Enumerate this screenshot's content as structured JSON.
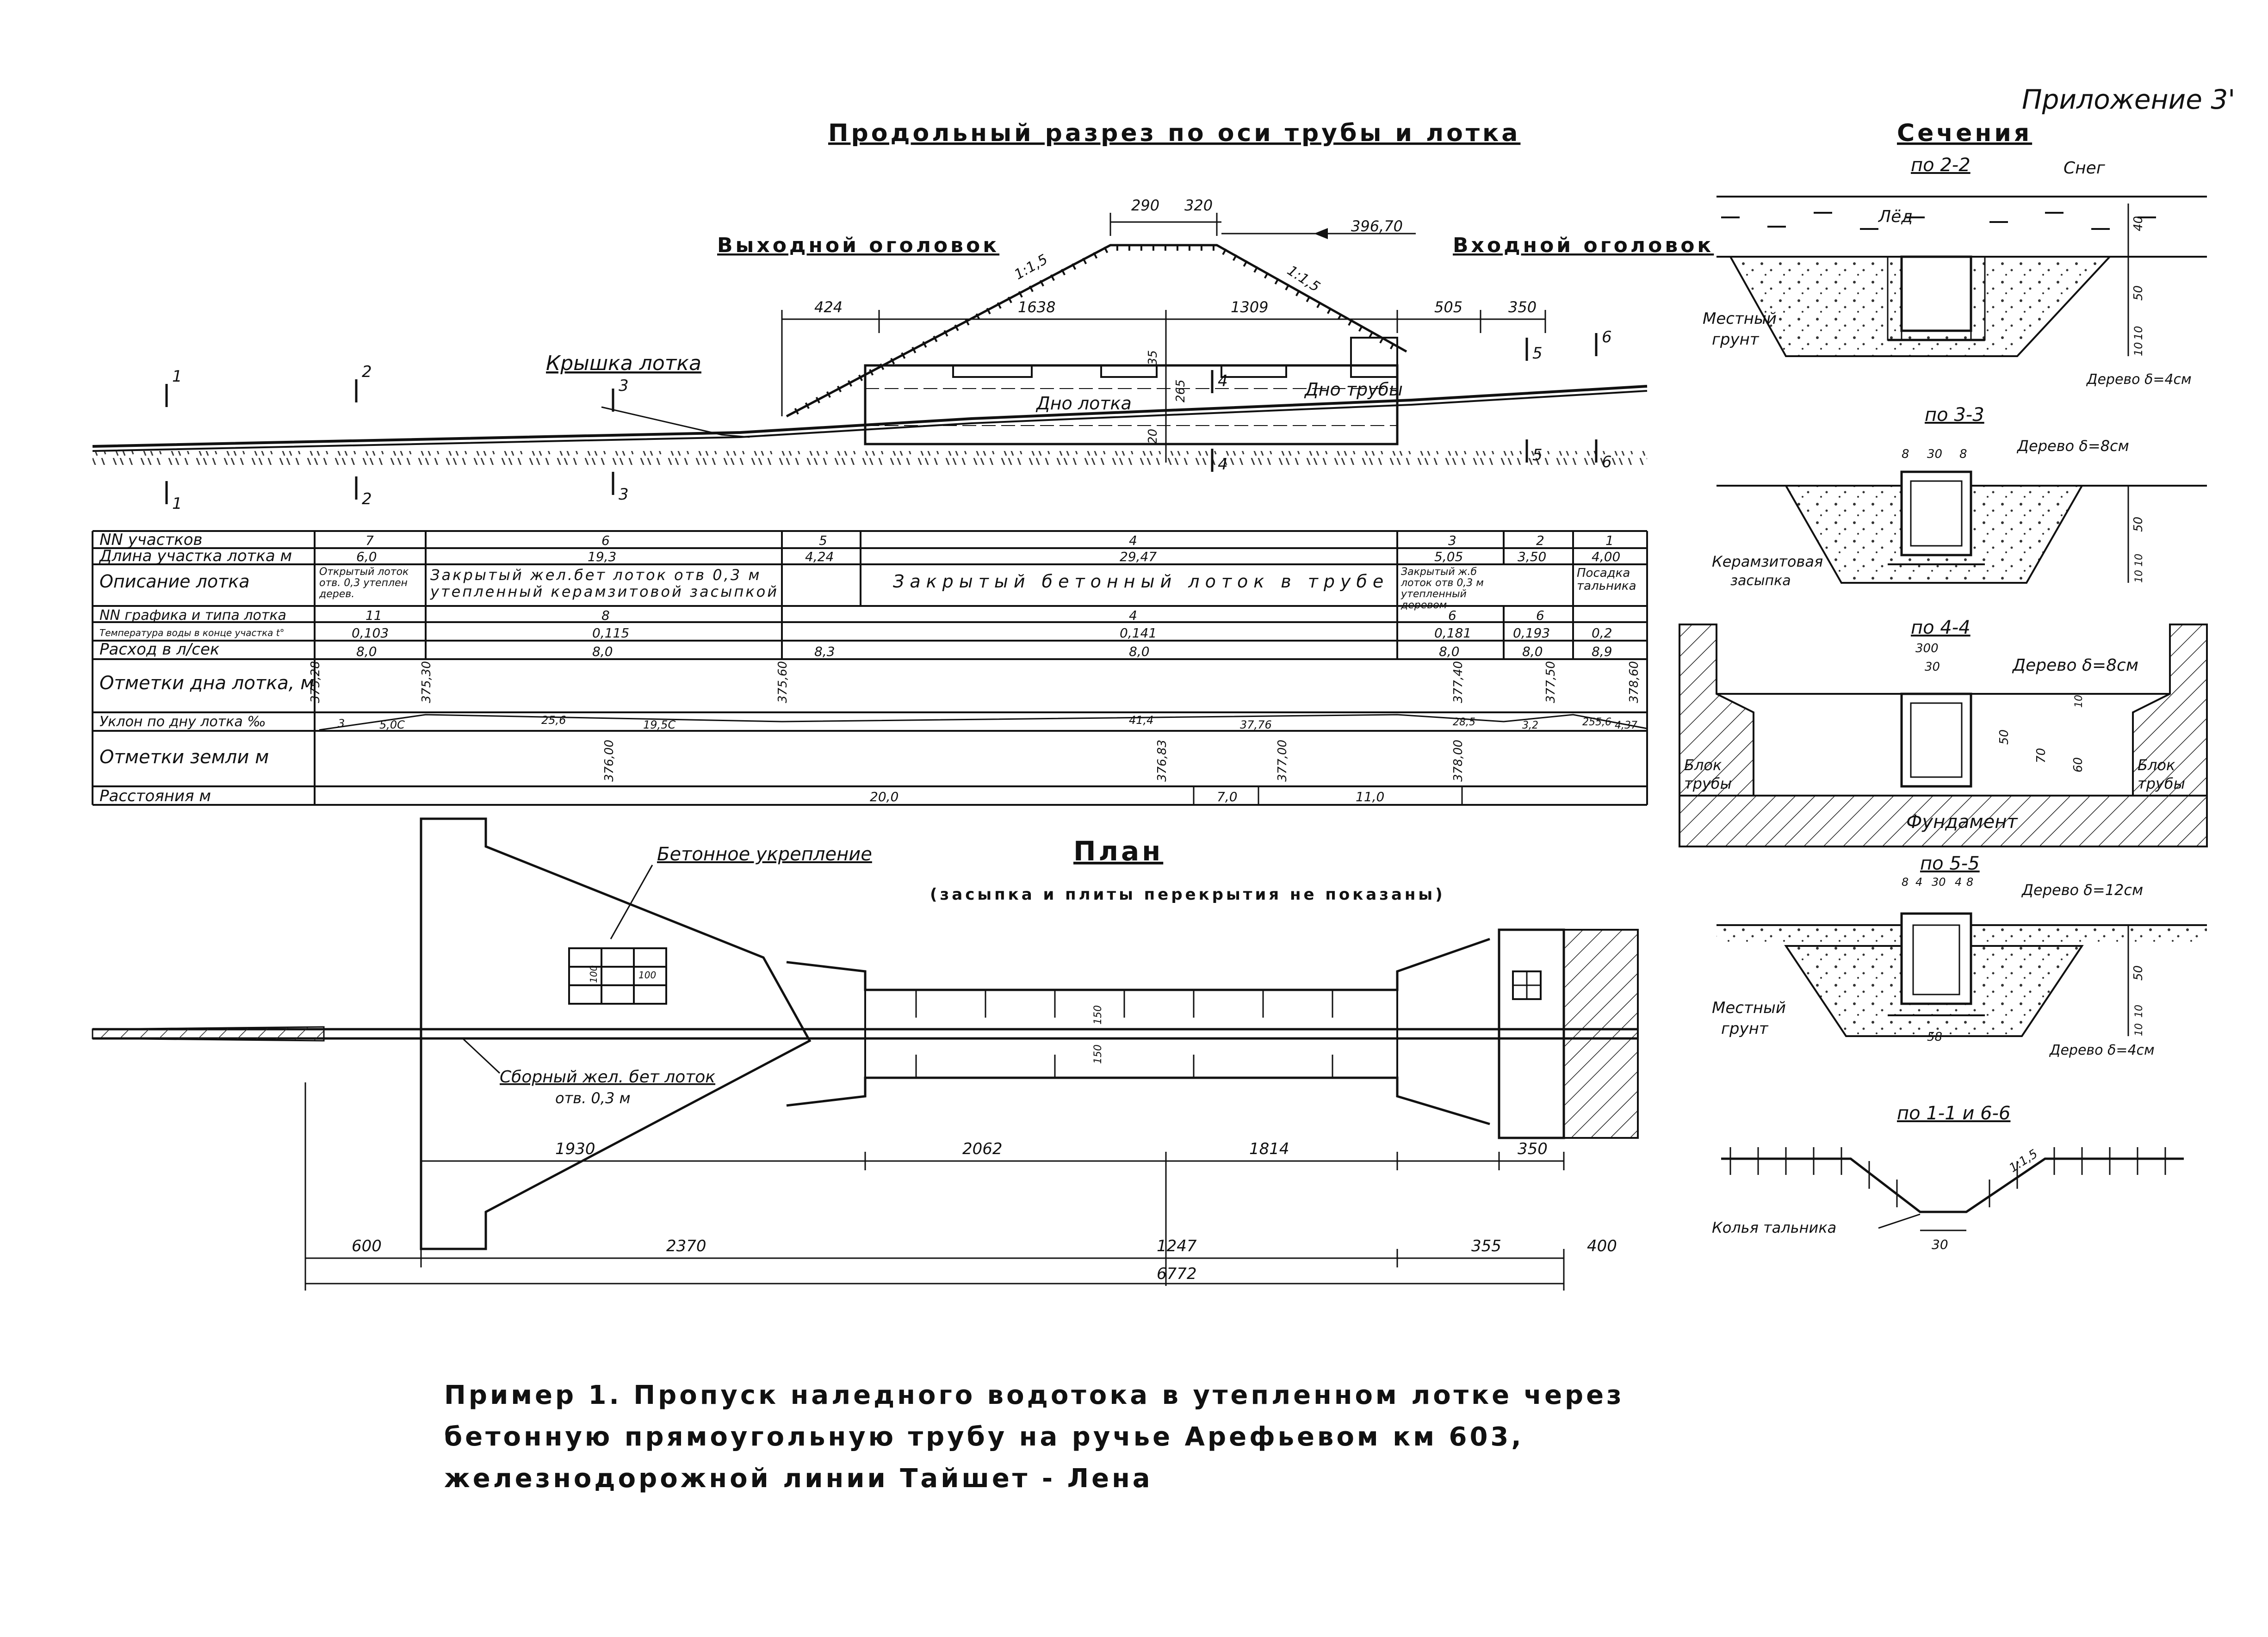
{
  "appendix": "Приложение 3'",
  "long_section": {
    "title": "Продольный разрез по оси трубы и лотка",
    "outlet_label": "Выходной оголовок",
    "inlet_label": "Входной оголовок",
    "cover_label": "Крышка лотка",
    "bottom_lotok": "Дно лотка",
    "bottom_pipe": "Дно трубы",
    "elev_mark": "396,70",
    "dims": {
      "top_a": "290",
      "top_b": "320",
      "d424": "424",
      "d1638": "1638",
      "d1309": "1309",
      "d505": "505",
      "d350": "350"
    },
    "slope_left": "1:1,5",
    "slope_right": "1:1,5",
    "section_marks": [
      "1",
      "2",
      "3",
      "4",
      "5",
      "6"
    ],
    "small_dims": {
      "h35": "35",
      "h265": "265",
      "h20": "20"
    }
  },
  "table": {
    "row_labels": [
      "NN участков",
      "Длина участка лотка м",
      "Описание лотка",
      "NN графика и типа лотка",
      "Температура воды в конце участка t°",
      "Расход в л/сек",
      "Отметки дна лотка, м",
      "Уклон по дну лотка ‰",
      "Отметки земли м",
      "Расстояния м"
    ],
    "sections": [
      "7",
      "6",
      "5",
      "4",
      "3",
      "2",
      "1"
    ],
    "lengths": [
      "6,0",
      "19,3",
      "4,24",
      "29,47",
      "5,05",
      "3,50",
      "4,00"
    ],
    "desc": [
      "Открытый лоток отв. 0,3 утеплен дерев.",
      "Закрытый жел.бет лоток отв 0,3 м утепленный керамзитовой засыпкой",
      "Закрытый бетонный лоток в трубе",
      "Закрытый ж.б лоток отв 0,3 м утепленный деревом",
      "Посадка тальника"
    ],
    "types": [
      "11",
      "8",
      "4",
      "6",
      "6"
    ],
    "temps": [
      "0,103",
      "0,115",
      "0,141",
      "0,181",
      "0,193",
      "0,2"
    ],
    "flows": [
      "8,0",
      "8,0",
      "8,3",
      "8,0",
      "8,0",
      "8,0",
      "8,9"
    ],
    "bottom_marks": [
      "375,28",
      "375,30",
      "375,60",
      "377,40",
      "377,50",
      "378,60"
    ],
    "slopes": [
      "3",
      "5,0С",
      "25,6",
      "19,5С",
      "41,4",
      "37,76",
      "28,5",
      "3,2",
      "255,6",
      "4,37"
    ],
    "ground_marks": [
      "376,00",
      "376,83",
      "377,00",
      "378,00"
    ],
    "distances": [
      "20,0",
      "7,0",
      "11,0"
    ]
  },
  "plan": {
    "title": "План",
    "subtitle": "(засыпка и плиты перекрытия не показаны)",
    "concrete_label": "Бетонное укрепление",
    "tray_label_1": "Сборный жел. бет лоток",
    "tray_label_2": "отв. 0,3 м",
    "grid_dims": [
      "100",
      "100"
    ],
    "dims_upper": [
      "1930",
      "2062",
      "1814",
      "350"
    ],
    "dims_lower": [
      "600",
      "2370",
      "1247",
      "355",
      "400"
    ],
    "total": "6772",
    "mid_dims": [
      "150",
      "150"
    ]
  },
  "sections": {
    "title": "Сечения",
    "s22": {
      "title": "по 2-2",
      "snow": "Снег",
      "ice": "Лёд",
      "soil_1": "Местный",
      "soil_2": "грунт",
      "wood": "Дерево δ=4см",
      "dims": [
        "40",
        "50",
        "10",
        "10"
      ]
    },
    "s33": {
      "title": "по 3-3",
      "wood": "Дерево δ=8см",
      "fill_1": "Керамзитовая",
      "fill_2": "засыпка",
      "dims": [
        "8",
        "30",
        "8",
        "50",
        "10",
        "10"
      ]
    },
    "s44": {
      "title": "по 4-4",
      "wood": "Дерево δ=8см",
      "block": "Блок",
      "block2": "трубы",
      "found": "Фундамент",
      "dims": [
        "300",
        "30",
        "50",
        "70",
        "60",
        "10"
      ]
    },
    "s55": {
      "title": "по 5-5",
      "wood1": "Дерево δ=12см",
      "wood2": "Дерево δ=4см",
      "soil_1": "Местный",
      "soil_2": "грунт",
      "dims": [
        "8",
        "4",
        "30",
        "4",
        "8",
        "58",
        "50",
        "10",
        "10"
      ]
    },
    "s16": {
      "title": "по 1-1 и 6-6",
      "label": "Колья тальника",
      "slope": "1:1,5",
      "dim": "30"
    }
  },
  "caption": {
    "line1": "Пример 1. Пропуск наледного водотока в утепленном лотке через",
    "line2": "бетонную прямоугольную трубу на ручье Арефьевом км 603,",
    "line3": "железнодорожной линии Тайшет - Лена"
  }
}
